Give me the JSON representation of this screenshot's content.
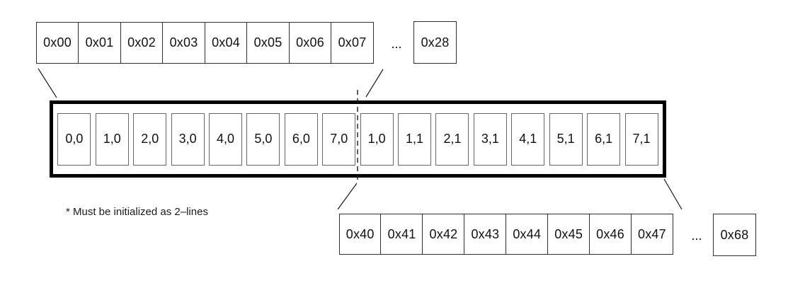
{
  "diagram": {
    "top_address_strip": {
      "cells": [
        "0x00",
        "0x01",
        "0x02",
        "0x03",
        "0x04",
        "0x05",
        "0x06",
        "0x07"
      ],
      "ellipsis": "...",
      "tail_cell": "0x28"
    },
    "line_buffer": {
      "cells": [
        "0,0",
        "1,0",
        "2,0",
        "3,0",
        "4,0",
        "5,0",
        "6,0",
        "7,0",
        "1,0",
        "1,1",
        "2,1",
        "3,1",
        "4,1",
        "5,1",
        "6,1",
        "7,1"
      ]
    },
    "bottom_address_strip": {
      "cells": [
        "0x40",
        "0x41",
        "0x42",
        "0x43",
        "0x44",
        "0x45",
        "0x46",
        "0x47"
      ],
      "ellipsis": "...",
      "tail_cell": "0x68"
    },
    "footnote": "* Must be initialized as 2–lines",
    "colors": {
      "outer_border": "#000000",
      "inner_box_border": "#666666",
      "strip_border": "#2e2e2e",
      "text": "#1a1a1a",
      "background": "#ffffff"
    }
  }
}
